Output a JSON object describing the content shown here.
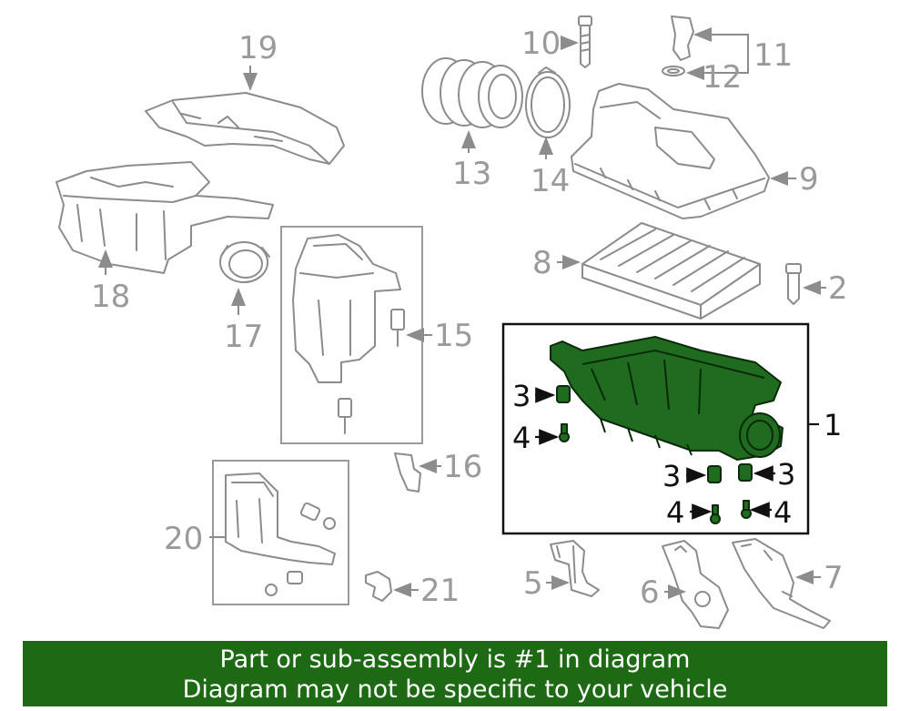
{
  "callouts": {
    "c1": "1",
    "c2": "2",
    "c3a": "3",
    "c3b": "3",
    "c3c": "3",
    "c4a": "4",
    "c4b": "4",
    "c4c": "4",
    "c5": "5",
    "c6": "6",
    "c7": "7",
    "c8": "8",
    "c9": "9",
    "c10": "10",
    "c11": "11",
    "c12": "12",
    "c13": "13",
    "c14": "14",
    "c15": "15",
    "c16": "16",
    "c17": "17",
    "c18": "18",
    "c19": "19",
    "c20": "20",
    "c21": "21"
  },
  "highlight_color": "#1f6b1f",
  "banner": {
    "line1": "Part or sub-assembly is #1 in diagram",
    "line2": "Diagram may not be specific to your vehicle"
  }
}
